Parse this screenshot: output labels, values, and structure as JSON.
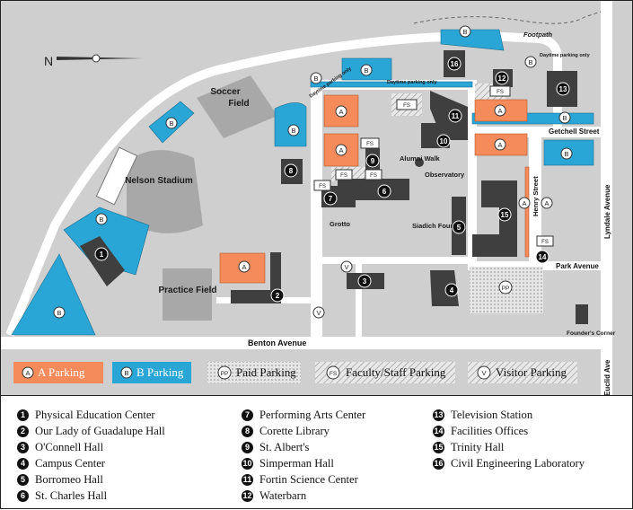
{
  "colors": {
    "a_parking": "#F58B5A",
    "b_parking": "#2AA6D6",
    "building": "#3f3f3f",
    "field": "#a8a8a8",
    "ground": "#cfcfcf",
    "road": "#ffffff"
  },
  "compass": {
    "label": "N"
  },
  "streets": {
    "benton": "Benton Avenue",
    "getchell": "Getchell Street",
    "lyndale": "Lyndale Avenue",
    "park": "Park Avenue",
    "euclid": "Euclid Ave",
    "henry": "Henry Street",
    "footpath": "Footpath"
  },
  "places": {
    "soccer": "Soccer Field",
    "nelson": "Nelson Stadium",
    "practice": "Practice Field",
    "alumni": "Alumni Walk",
    "observatory": "Observatory",
    "grotto": "Grotto",
    "fountain": "Siadich Fountain",
    "founders": "Founder's Corner"
  },
  "notes": {
    "daytime1": "Daytime parking only",
    "daytime2": "Daytime parking only",
    "daytime3": "Daytime parking only"
  },
  "markers": {
    "a": "A",
    "b": "B",
    "fs": "FS",
    "v": "V",
    "pp": "PP"
  },
  "legend": {
    "a_parking": "A Parking",
    "b_parking": "B Parking",
    "paid": "Paid Parking",
    "faculty": "Faculty/Staff Parking",
    "visitor": "Visitor Parking"
  },
  "buildings": [
    {
      "num": "1",
      "name": "Physical Education Center"
    },
    {
      "num": "2",
      "name": "Our Lady of Guadalupe Hall"
    },
    {
      "num": "3",
      "name": "O'Connell Hall"
    },
    {
      "num": "4",
      "name": "Campus Center"
    },
    {
      "num": "5",
      "name": "Borromeo Hall"
    },
    {
      "num": "6",
      "name": "St. Charles Hall"
    },
    {
      "num": "7",
      "name": "Performing Arts Center"
    },
    {
      "num": "8",
      "name": "Corette Library"
    },
    {
      "num": "9",
      "name": "St. Albert's"
    },
    {
      "num": "10",
      "name": "Simperman Hall"
    },
    {
      "num": "11",
      "name": "Fortin Science Center"
    },
    {
      "num": "12",
      "name": "Waterbarn"
    },
    {
      "num": "13",
      "name": "Television Station"
    },
    {
      "num": "14",
      "name": "Facilities Offices"
    },
    {
      "num": "15",
      "name": "Trinity Hall"
    },
    {
      "num": "16",
      "name": "Civil Engineering Laboratory"
    }
  ]
}
